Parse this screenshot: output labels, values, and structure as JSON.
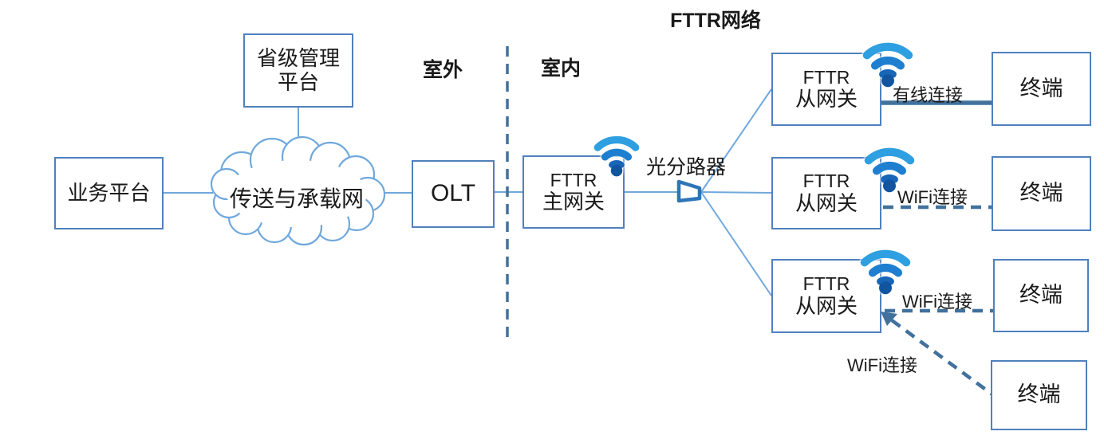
{
  "title": "FTTR网络",
  "zones": {
    "outdoor": "室外",
    "indoor": "室内"
  },
  "nodes": {
    "business_platform": "业务平台",
    "provincial_platform_line1": "省级管理",
    "provincial_platform_line2": "平台",
    "transport_network": "传送与承载网",
    "olt": "OLT",
    "master_gateway_line1": "FTTR",
    "master_gateway_line2": "主网关",
    "slave_gateway_line1": "FTTR",
    "slave_gateway_line2": "从网关",
    "optical_splitter": "光分路器",
    "terminal": "终端"
  },
  "connections": {
    "wired": "有线连接",
    "wifi": "WiFi连接"
  },
  "colors": {
    "box_border": "#4f81bd",
    "thin_line": "#6fa8dc",
    "divider_and_links": "#41719c",
    "splitter_stroke": "#2e75b6",
    "wifi_outer": "#2e9fe0",
    "wifi_mid": "#1e7fd0",
    "wifi_inner": "#1766b8",
    "wifi_dot": "#1254a0",
    "text": "#1a1a1a"
  }
}
